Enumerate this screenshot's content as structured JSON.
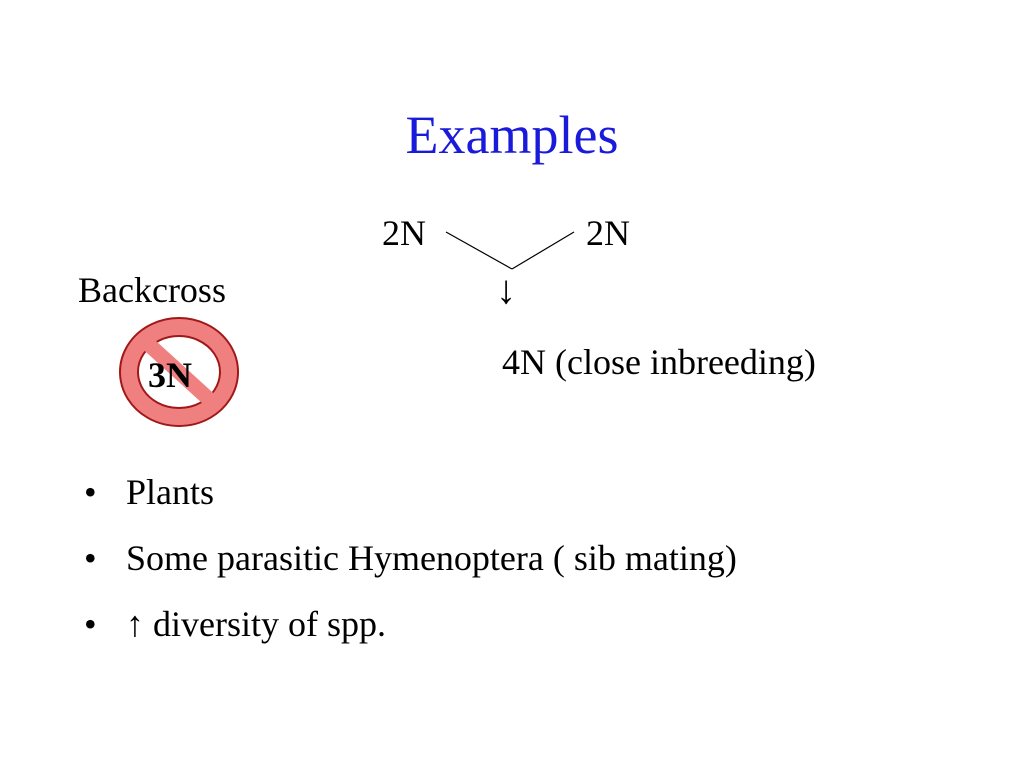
{
  "slide": {
    "title": "Examples",
    "title_color": "#1a1adb"
  },
  "diagram": {
    "parent_left": "2N",
    "parent_right": "2N",
    "arrow_glyph": "↓",
    "offspring": "4N (close inbreeding)",
    "backcross_label": "Backcross",
    "forbidden_label": "3N",
    "forbidden_icon": "no-symbol-icon",
    "forbidden_fill": "#f08080",
    "forbidden_stroke": "#a01818"
  },
  "bullets": {
    "marker": "•",
    "items": [
      "Plants",
      "Some parasitic Hymenoptera ( sib mating)",
      "↑ diversity of spp."
    ]
  }
}
